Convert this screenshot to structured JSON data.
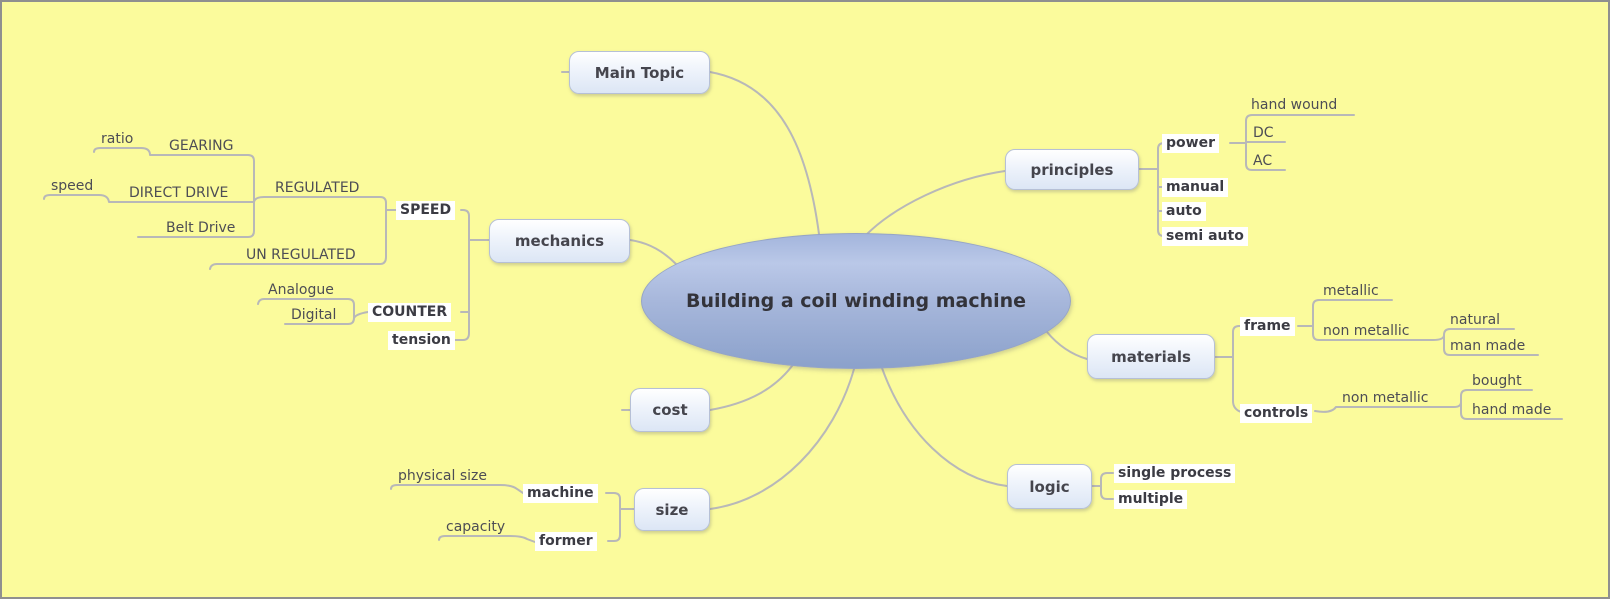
{
  "canvas": {
    "background_color": "#fbfb9c",
    "border_color": "#8f8f8f",
    "line_color": "#b8b8b8",
    "highlight_label_background": "#ffffff"
  },
  "central_topic": {
    "label": "Building a coil winding machine",
    "fill_top": "#bac8e8",
    "fill_bottom": "#8ba1cb",
    "text_color": "#33333a"
  },
  "floating_topic": {
    "label": "Main Topic"
  },
  "branches": [
    {
      "label": "principles",
      "children": [
        {
          "label": "power",
          "children": [
            {
              "label": "hand wound"
            },
            {
              "label": "DC"
            },
            {
              "label": "AC"
            }
          ]
        },
        {
          "label": "manual"
        },
        {
          "label": "auto"
        },
        {
          "label": "semi auto"
        }
      ]
    },
    {
      "label": "materials",
      "children": [
        {
          "label": "frame",
          "children": [
            {
              "label": "metallic"
            },
            {
              "label": "non metallic",
              "children": [
                {
                  "label": "natural"
                },
                {
                  "label": "man made"
                }
              ]
            }
          ]
        },
        {
          "label": "controls",
          "children": [
            {
              "label": "non metallic",
              "children": [
                {
                  "label": "bought"
                },
                {
                  "label": "hand made"
                }
              ]
            }
          ]
        }
      ]
    },
    {
      "label": "logic",
      "children": [
        {
          "label": "single process"
        },
        {
          "label": "multiple"
        }
      ]
    },
    {
      "label": "size",
      "children": [
        {
          "label": "machine",
          "children": [
            {
              "label": "physical size"
            }
          ]
        },
        {
          "label": "former",
          "children": [
            {
              "label": "capacity"
            }
          ]
        }
      ]
    },
    {
      "label": "cost",
      "children": []
    },
    {
      "label": "mechanics",
      "children": [
        {
          "label": "SPEED",
          "children": [
            {
              "label": "REGULATED",
              "children": [
                {
                  "label": "GEARING",
                  "children": [
                    {
                      "label": "ratio"
                    }
                  ]
                },
                {
                  "label": "DIRECT DRIVE",
                  "children": [
                    {
                      "label": "speed"
                    }
                  ]
                },
                {
                  "label": "Belt Drive"
                }
              ]
            },
            {
              "label": "UN REGULATED"
            }
          ]
        },
        {
          "label": "COUNTER",
          "children": [
            {
              "label": "Analogue"
            },
            {
              "label": "Digital"
            }
          ]
        },
        {
          "label": "tension"
        }
      ]
    }
  ]
}
